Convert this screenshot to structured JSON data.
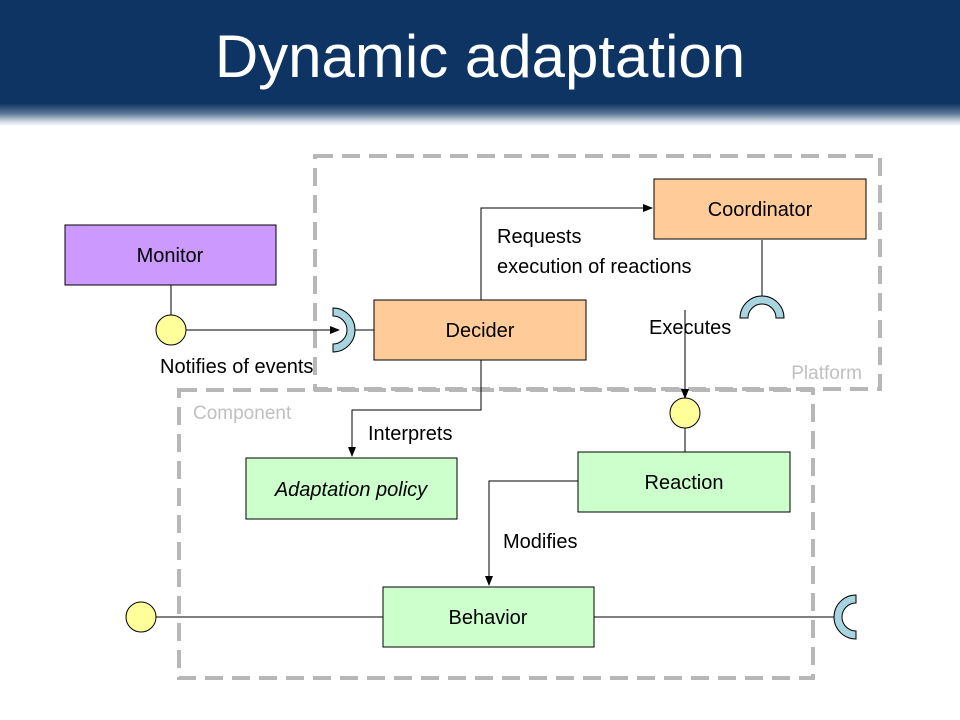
{
  "header": {
    "title": "Dynamic adaptation"
  },
  "regions": {
    "platform": "Platform",
    "component": "Component"
  },
  "nodes": {
    "monitor": "Monitor",
    "decider": "Decider",
    "coordinator": "Coordinator",
    "adaptation_policy": "Adaptation policy",
    "reaction": "Reaction",
    "behavior": "Behavior"
  },
  "edges": {
    "notifies": "Notifies of events",
    "requests_line1": "Requests",
    "requests_line2": "execution of reactions",
    "executes": "Executes",
    "interprets": "Interprets",
    "modifies": "Modifies"
  },
  "colors": {
    "header": "#0d3463",
    "monitor": "#cc99ff",
    "orange": "#ffcc99",
    "green": "#ccffcc",
    "provided_port": "#ffff99",
    "required_port": "#a8d4e0",
    "dash": "#b7b7b7"
  }
}
